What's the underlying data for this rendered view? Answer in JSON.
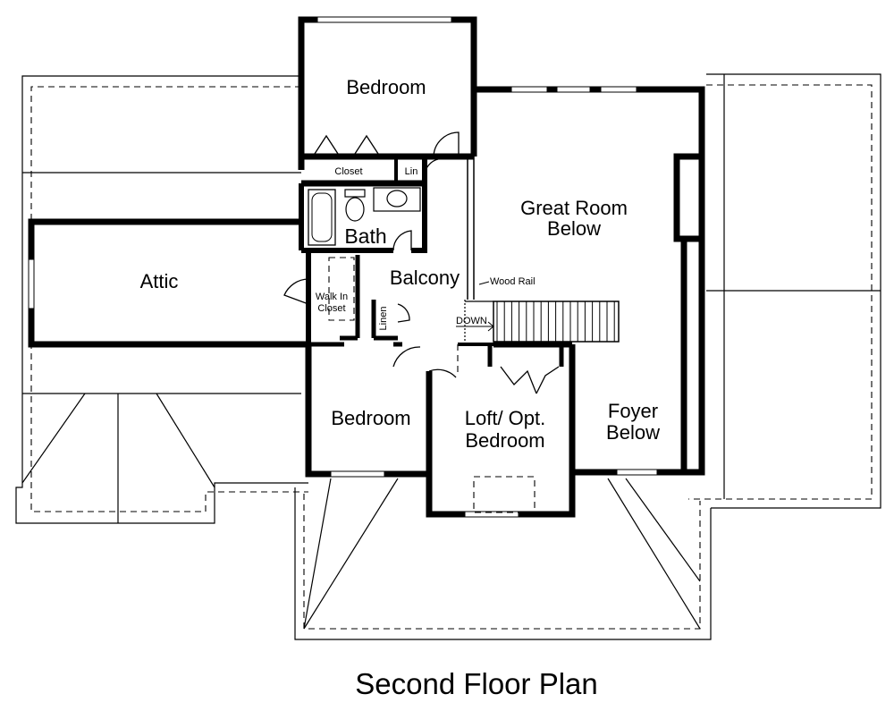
{
  "plan": {
    "title": "Second Floor Plan",
    "rooms": {
      "bedroom_top": "Bedroom",
      "closet": "Closet",
      "lin": "Lin",
      "bath": "Bath",
      "great_room_line1": "Great Room",
      "great_room_line2": "Below",
      "attic": "Attic",
      "walk_in_line1": "Walk In",
      "walk_in_line2": "Closet",
      "linen": "Linen",
      "balcony": "Balcony",
      "wood_rail": "Wood Rail",
      "down": "DOWN",
      "bedroom_bottom": "Bedroom",
      "loft_line1": "Loft/ Opt.",
      "loft_line2": "Bedroom",
      "foyer_line1": "Foyer",
      "foyer_line2": "Below"
    }
  }
}
